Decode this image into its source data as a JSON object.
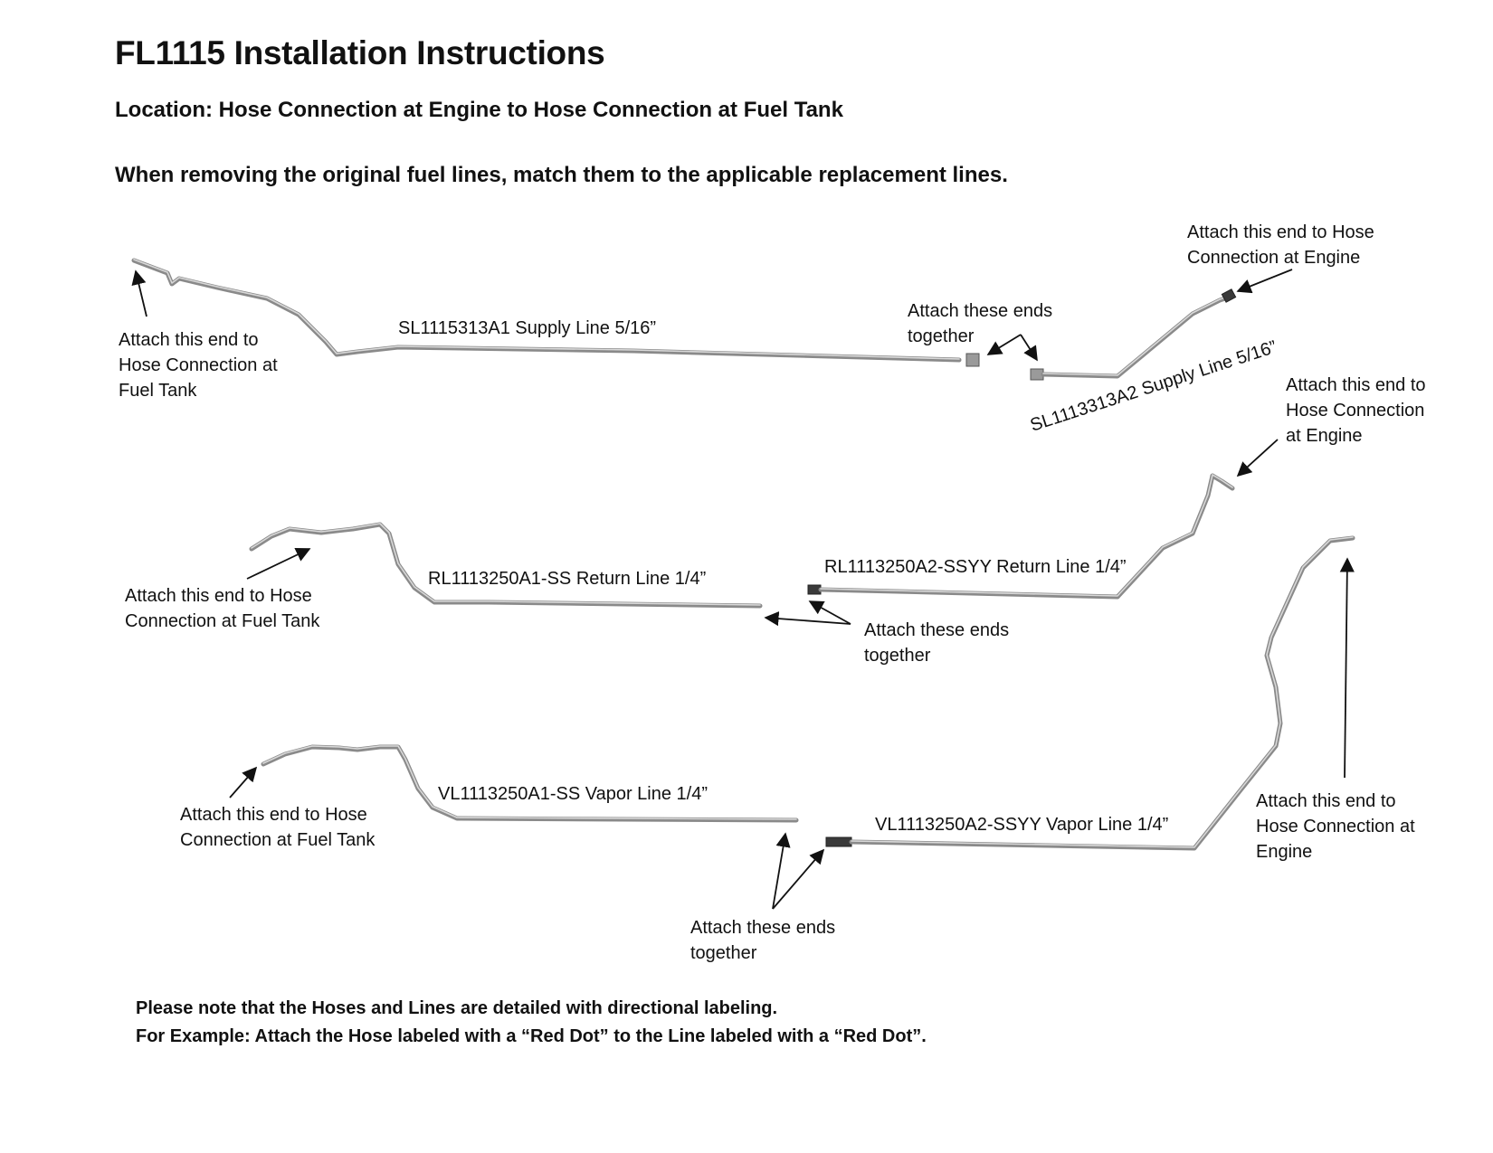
{
  "header": {
    "title": "FL1115 Installation Instructions",
    "location": "Location: Hose Connection at Engine to Hose Connection at Fuel Tank",
    "instruction": "When removing the original fuel lines, match them to the applicable replacement lines."
  },
  "lines": {
    "supply_a1": "SL1115313A1 Supply Line 5/16”",
    "supply_a2": "SL1113313A2 Supply Line 5/16”",
    "return_a1": "RL1113250A1-SS Return Line 1/4”",
    "return_a2": "RL1113250A2-SSYY Return Line 1/4”",
    "vapor_a1": "VL1113250A1-SS  Vapor Line 1/4”",
    "vapor_a2": "VL1113250A2-SSYY Vapor Line 1/4”"
  },
  "callouts": {
    "supply_tank": [
      "Attach this end to",
      "Hose Connection at",
      "Fuel Tank"
    ],
    "supply_join": [
      "Attach these ends",
      "together"
    ],
    "supply_engine": [
      "Attach this end to Hose",
      "Connection at Engine"
    ],
    "return_tank": [
      "Attach this end to Hose",
      "Connection at Fuel Tank"
    ],
    "return_join": [
      "Attach these ends",
      "together"
    ],
    "return_engine": [
      "Attach this end to",
      "Hose Connection",
      "at Engine"
    ],
    "vapor_tank": [
      "Attach this end to Hose",
      "Connection at Fuel Tank"
    ],
    "vapor_join": [
      "Attach these ends",
      "together"
    ],
    "vapor_engine": [
      "Attach this end to",
      "Hose Connection at",
      "Engine"
    ]
  },
  "notes": {
    "line1": "Please note that the Hoses and Lines are detailed with directional labeling.",
    "line2": "For Example: Attach the Hose labeled with a “Red Dot” to the Line labeled with a “Red Dot”."
  }
}
